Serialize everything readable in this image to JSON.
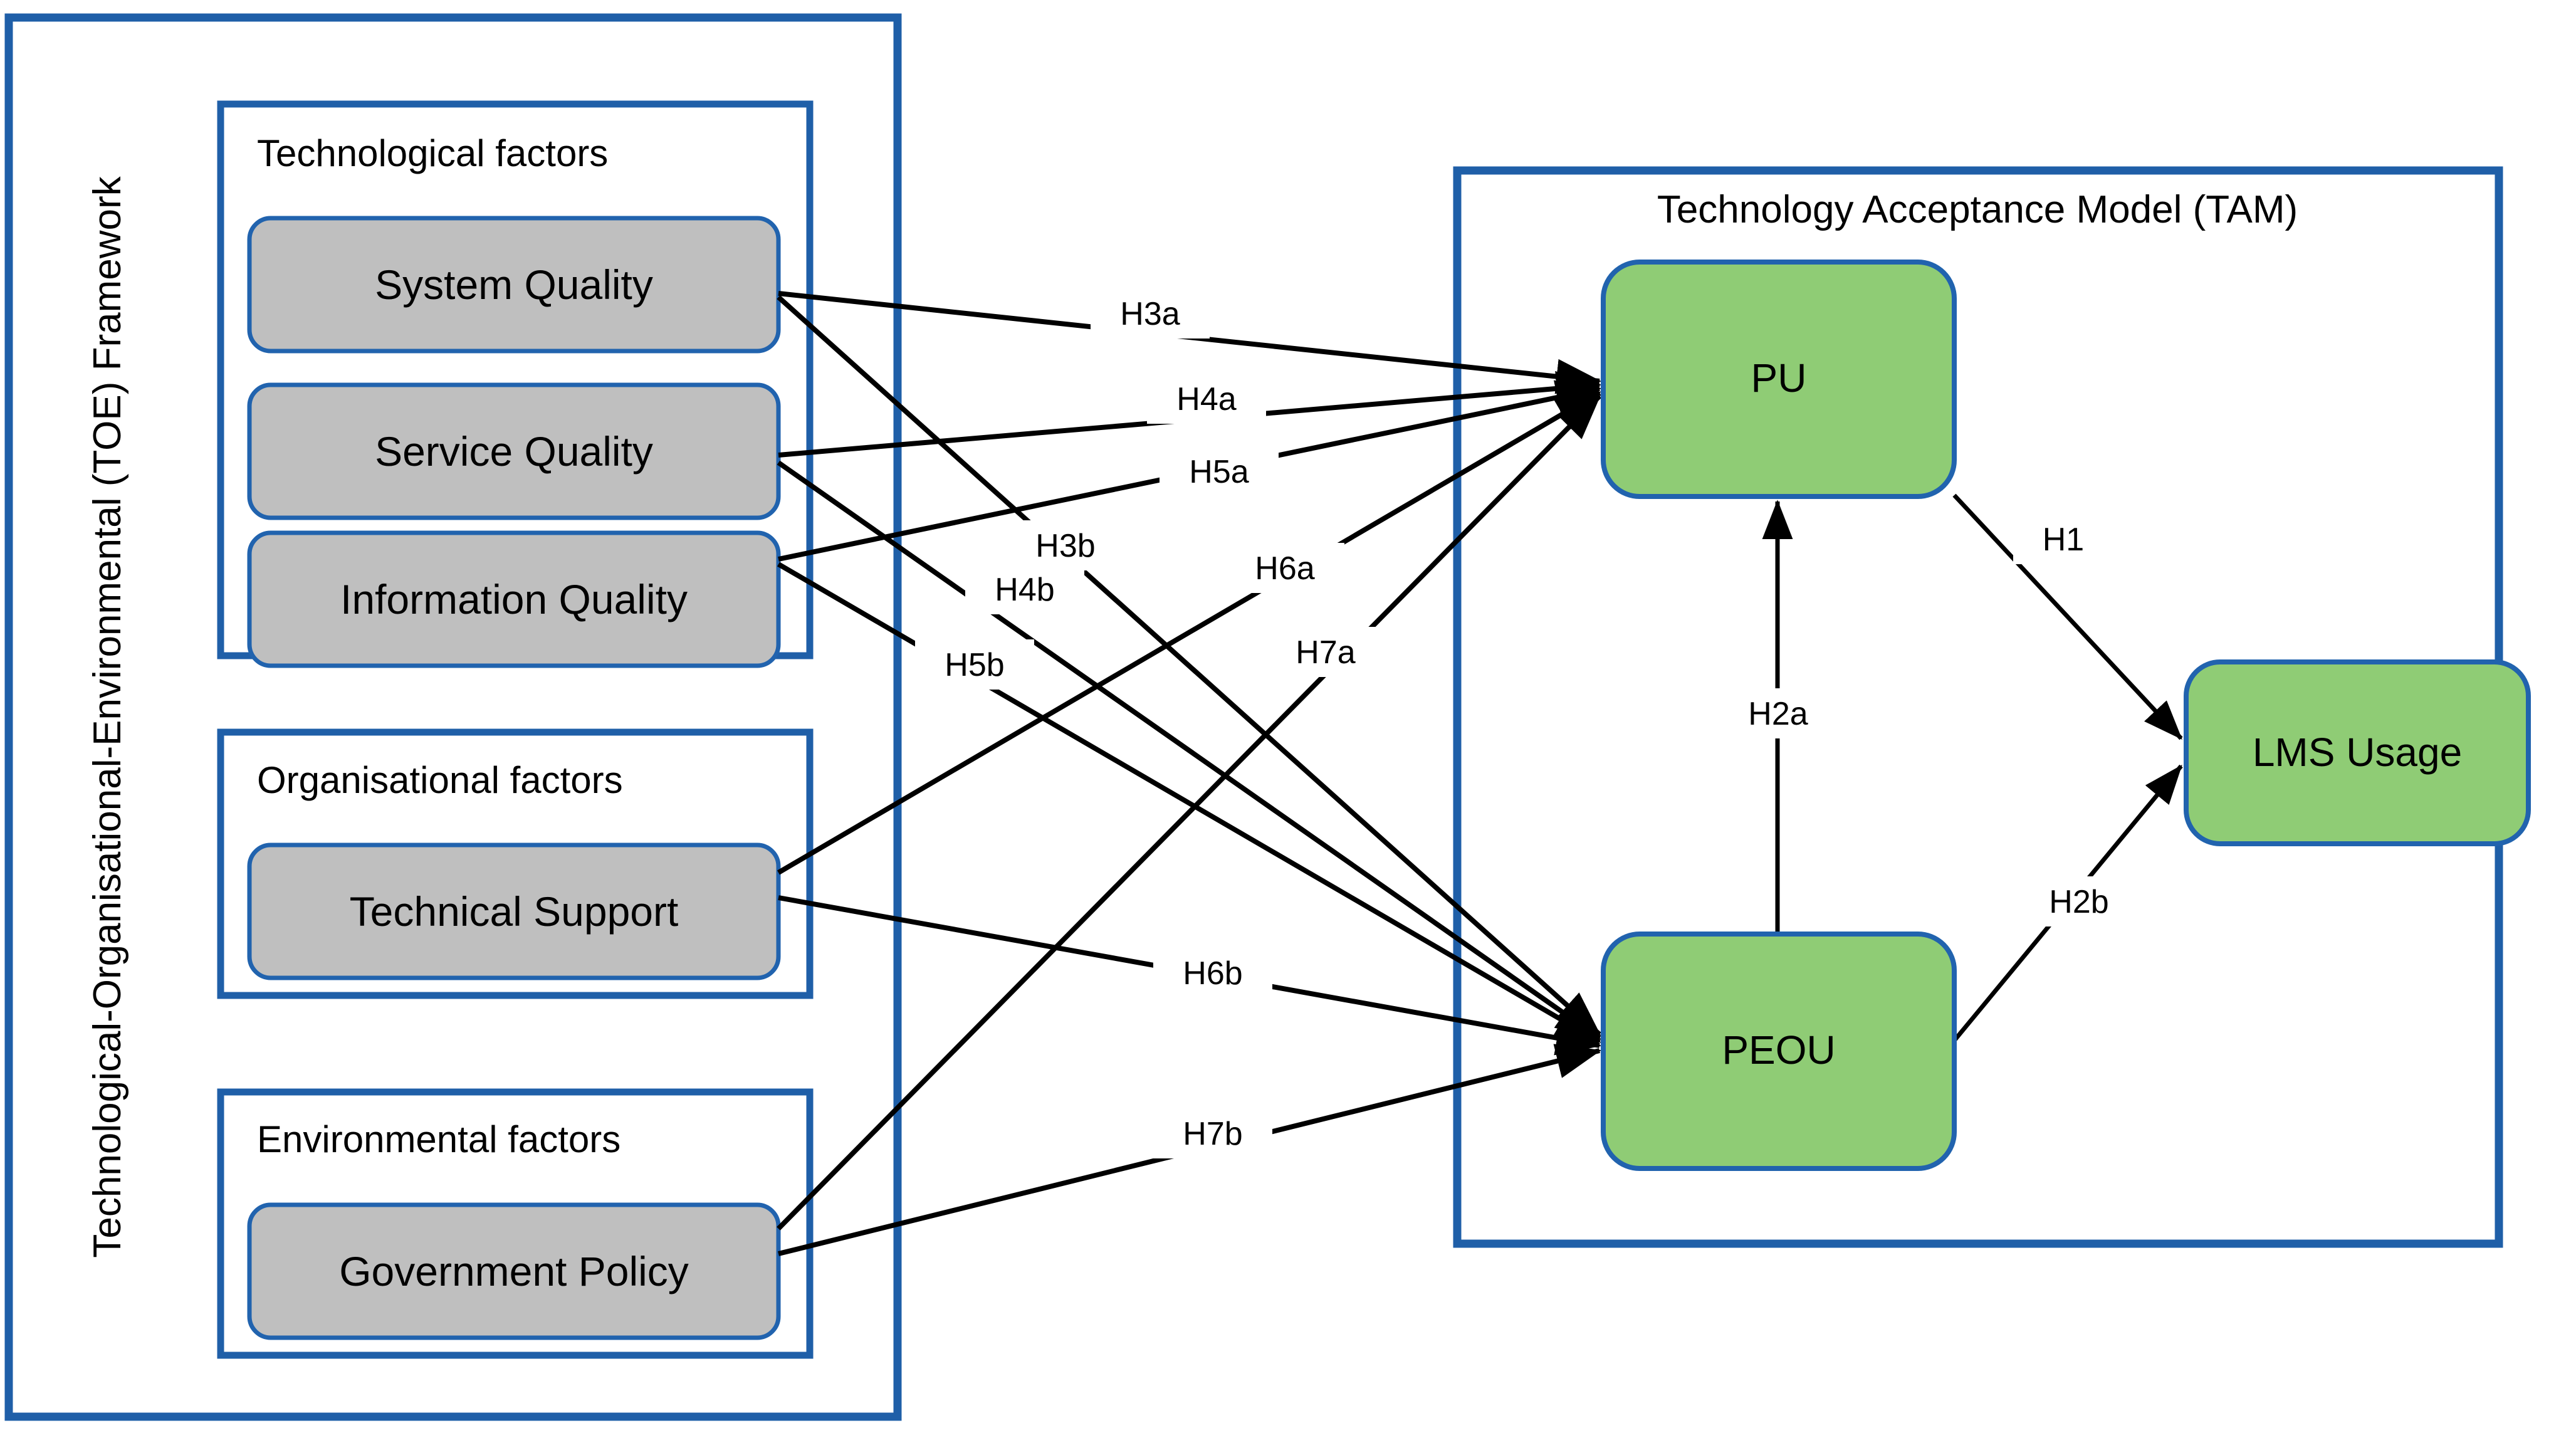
{
  "framework": {
    "vertical_label": "Technological-Organisational-Environmental  (TOE) Framework",
    "groups": [
      {
        "title": "Technological factors",
        "factors": [
          "System Quality",
          "Service Quality",
          "Information Quality"
        ]
      },
      {
        "title": "Organisational factors",
        "factors": [
          "Technical Support"
        ]
      },
      {
        "title": "Environmental factors",
        "factors": [
          "Government Policy"
        ]
      }
    ]
  },
  "tam": {
    "title": "Technology Acceptance Model (TAM)",
    "nodes": [
      {
        "id": "pu",
        "label": "PU"
      },
      {
        "id": "peou",
        "label": "PEOU"
      },
      {
        "id": "lms",
        "label": "LMS Usage"
      }
    ]
  },
  "hypotheses": [
    {
      "id": "H1",
      "label": "H1",
      "from": "PU",
      "to": "LMS Usage"
    },
    {
      "id": "H2a",
      "label": "H2a",
      "from": "PEOU",
      "to": "PU"
    },
    {
      "id": "H2b",
      "label": "H2b",
      "from": "PEOU",
      "to": "LMS Usage"
    },
    {
      "id": "H3a",
      "label": "H3a",
      "from": "System Quality",
      "to": "PU"
    },
    {
      "id": "H3b",
      "label": "H3b",
      "from": "System Quality",
      "to": "PEOU"
    },
    {
      "id": "H4a",
      "label": "H4a",
      "from": "Service Quality",
      "to": "PU"
    },
    {
      "id": "H4b",
      "label": "H4b",
      "from": "Service Quality",
      "to": "PEOU"
    },
    {
      "id": "H5a",
      "label": "H5a",
      "from": "Information Quality",
      "to": "PU"
    },
    {
      "id": "H5b",
      "label": "H5b",
      "from": "Information Quality",
      "to": "PEOU"
    },
    {
      "id": "H6a",
      "label": "H6a",
      "from": "Technical Support",
      "to": "PU"
    },
    {
      "id": "H6b",
      "label": "H6b",
      "from": "Technical Support",
      "to": "PEOU"
    },
    {
      "id": "H7a",
      "label": "H7a",
      "from": "Government Policy",
      "to": "PU"
    },
    {
      "id": "H7b",
      "label": "H7b",
      "from": "Government Policy",
      "to": "PEOU"
    }
  ],
  "colors": {
    "frame_border": "#1F5FA8",
    "factor_fill": "#BFBFBF",
    "factor_border": "#2163AE",
    "tam_fill": "#8FCC75",
    "tam_border": "#2163AE",
    "line": "#000000",
    "background": "#FFFFFF"
  }
}
